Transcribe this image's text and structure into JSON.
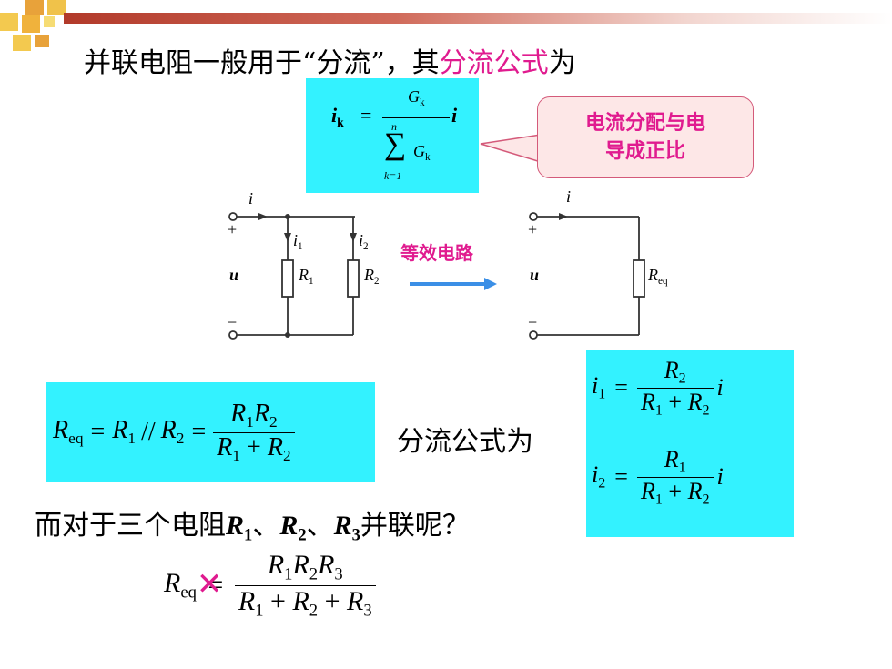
{
  "slide": {
    "title_prefix": "并联电阻一般用于“分流”，其",
    "title_highlight": "分流公式",
    "title_suffix": "为",
    "callout": "电流分配与电导成正比",
    "equiv_label": "等效电路",
    "divider_label": "分流公式为",
    "question_prefix": "而对于三个电阻",
    "question_sep": "、",
    "question_suffix": "并联呢？",
    "wrong_mark": "✕"
  },
  "colors": {
    "highlight": "#e01b8f",
    "formula_bg": "#33f2ff",
    "callout_bg": "#fde7e7",
    "arrow": "#3b8fe6"
  },
  "formula_top": {
    "lhs_var": "i",
    "lhs_sub": "k",
    "eq": "=",
    "num_var": "G",
    "num_sub": "k",
    "sum_symbol": "∑",
    "sum_upper": "n",
    "sum_lower": "k=1",
    "den_var": "G",
    "den_sub": "k",
    "rhs_var": "i"
  },
  "circuit_left": {
    "current": "i",
    "current1": "i",
    "current1_sub": "1",
    "current2": "i",
    "current2_sub": "2",
    "plus": "+",
    "minus": "−",
    "voltage": "u",
    "r1": "R",
    "r1_sub": "1",
    "r2": "R",
    "r2_sub": "2"
  },
  "circuit_right": {
    "current": "i",
    "plus": "+",
    "minus": "−",
    "voltage": "u",
    "req": "R",
    "req_sub": "eq"
  },
  "formula_req": {
    "lhs": "R",
    "lhs_sub": "eq",
    "eq1": "=",
    "r1": "R",
    "r1_sub": "1",
    "parallel": "//",
    "r2": "R",
    "r2_sub": "2",
    "eq2": "=",
    "num_r1": "R",
    "num_r1_sub": "1",
    "num_r2": "R",
    "num_r2_sub": "2",
    "den_r1": "R",
    "den_r1_sub": "1",
    "plus": "+",
    "den_r2": "R",
    "den_r2_sub": "2"
  },
  "formula_split": {
    "i1": "i",
    "i1_sub": "1",
    "i2": "i",
    "i2_sub": "2",
    "eq": "=",
    "num1": "R",
    "num1_sub": "2",
    "num2": "R",
    "num2_sub": "1",
    "den_r1": "R",
    "den_r1_sub": "1",
    "plus": "+",
    "den_r2": "R",
    "den_r2_sub": "2",
    "rhs": "i"
  },
  "question_resistors": [
    {
      "var": "R",
      "sub": "1"
    },
    {
      "var": "R",
      "sub": "2"
    },
    {
      "var": "R",
      "sub": "3"
    }
  ],
  "formula_three": {
    "lhs": "R",
    "lhs_sub": "eq",
    "eq": "=",
    "n1": "R",
    "n1_sub": "1",
    "n2": "R",
    "n2_sub": "2",
    "n3": "R",
    "n3_sub": "3",
    "d1": "R",
    "d1_sub": "1",
    "plus": "+",
    "d2": "R",
    "d2_sub": "2",
    "d3": "R",
    "d3_sub": "3"
  }
}
